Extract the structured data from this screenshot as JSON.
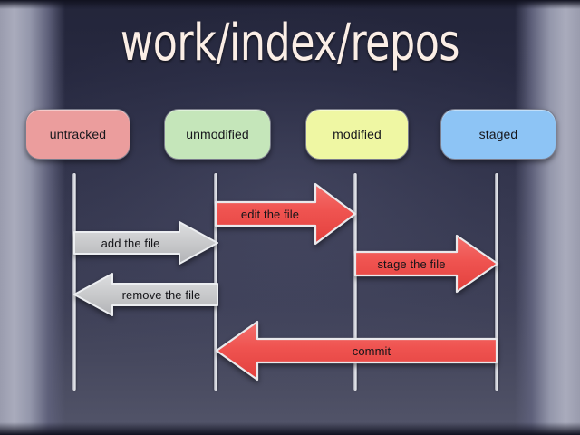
{
  "slide": {
    "title": "work/index/repos",
    "background_top_color": "#23253a",
    "background_bottom_color": "#53556a",
    "title_color": "#fbeee6"
  },
  "states": [
    {
      "id": "untracked",
      "label": "untracked",
      "color": "#eb9d9d",
      "border": "#7b7d8c"
    },
    {
      "id": "unmodified",
      "label": "unmodified",
      "color": "#c5e6ba",
      "border": "#7b7d8c"
    },
    {
      "id": "modified",
      "label": "modified",
      "color": "#eff7a3",
      "border": "#7b7d8c"
    },
    {
      "id": "staged",
      "label": "staged",
      "color": "#8dc4f5",
      "border": "#7b7d8c"
    }
  ],
  "transitions": [
    {
      "id": "add-the-file",
      "label": "add the file",
      "from": "untracked",
      "to": "unmodified",
      "direction": "right",
      "color": "#c8c9cb"
    },
    {
      "id": "edit-the-file",
      "label": "edit the file",
      "from": "unmodified",
      "to": "modified",
      "direction": "right",
      "color": "#ef5350"
    },
    {
      "id": "remove-the-file",
      "label": "remove the file",
      "from": "unmodified",
      "to": "untracked",
      "direction": "left",
      "color": "#c8c9cb"
    },
    {
      "id": "stage-the-file",
      "label": "stage the file",
      "from": "modified",
      "to": "staged",
      "direction": "right",
      "color": "#ef5350"
    },
    {
      "id": "commit",
      "label": "commit",
      "from": "staged",
      "to": "unmodified",
      "direction": "left",
      "color": "#ef5350"
    }
  ]
}
